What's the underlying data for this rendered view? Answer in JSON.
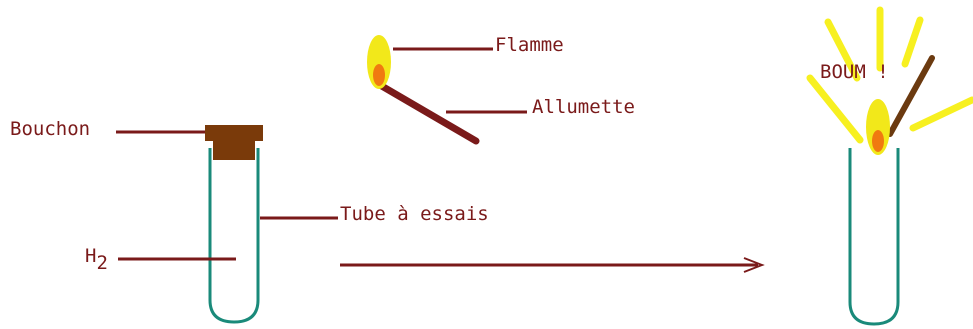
{
  "labels": {
    "flamme": "Flamme",
    "allumette": "Allumette",
    "bouchon": "Bouchon",
    "tube": "Tube à essais",
    "gas_symbol": "H",
    "gas_subscript": "2",
    "boum": "BOUM !"
  },
  "colors": {
    "label_text": "#7a1a1a",
    "leader_line": "#7a1a1a",
    "tube_glass": "#1a8a7a",
    "stopper": "#7a3a0a",
    "match_stick": "#7a1a1a",
    "match_stick_burnt": "#6b3a10",
    "flame_outer": "#f2e81a",
    "flame_inner": "#f07a10",
    "burst_rays": "#f7f020",
    "arrow": "#7a1a1a"
  }
}
